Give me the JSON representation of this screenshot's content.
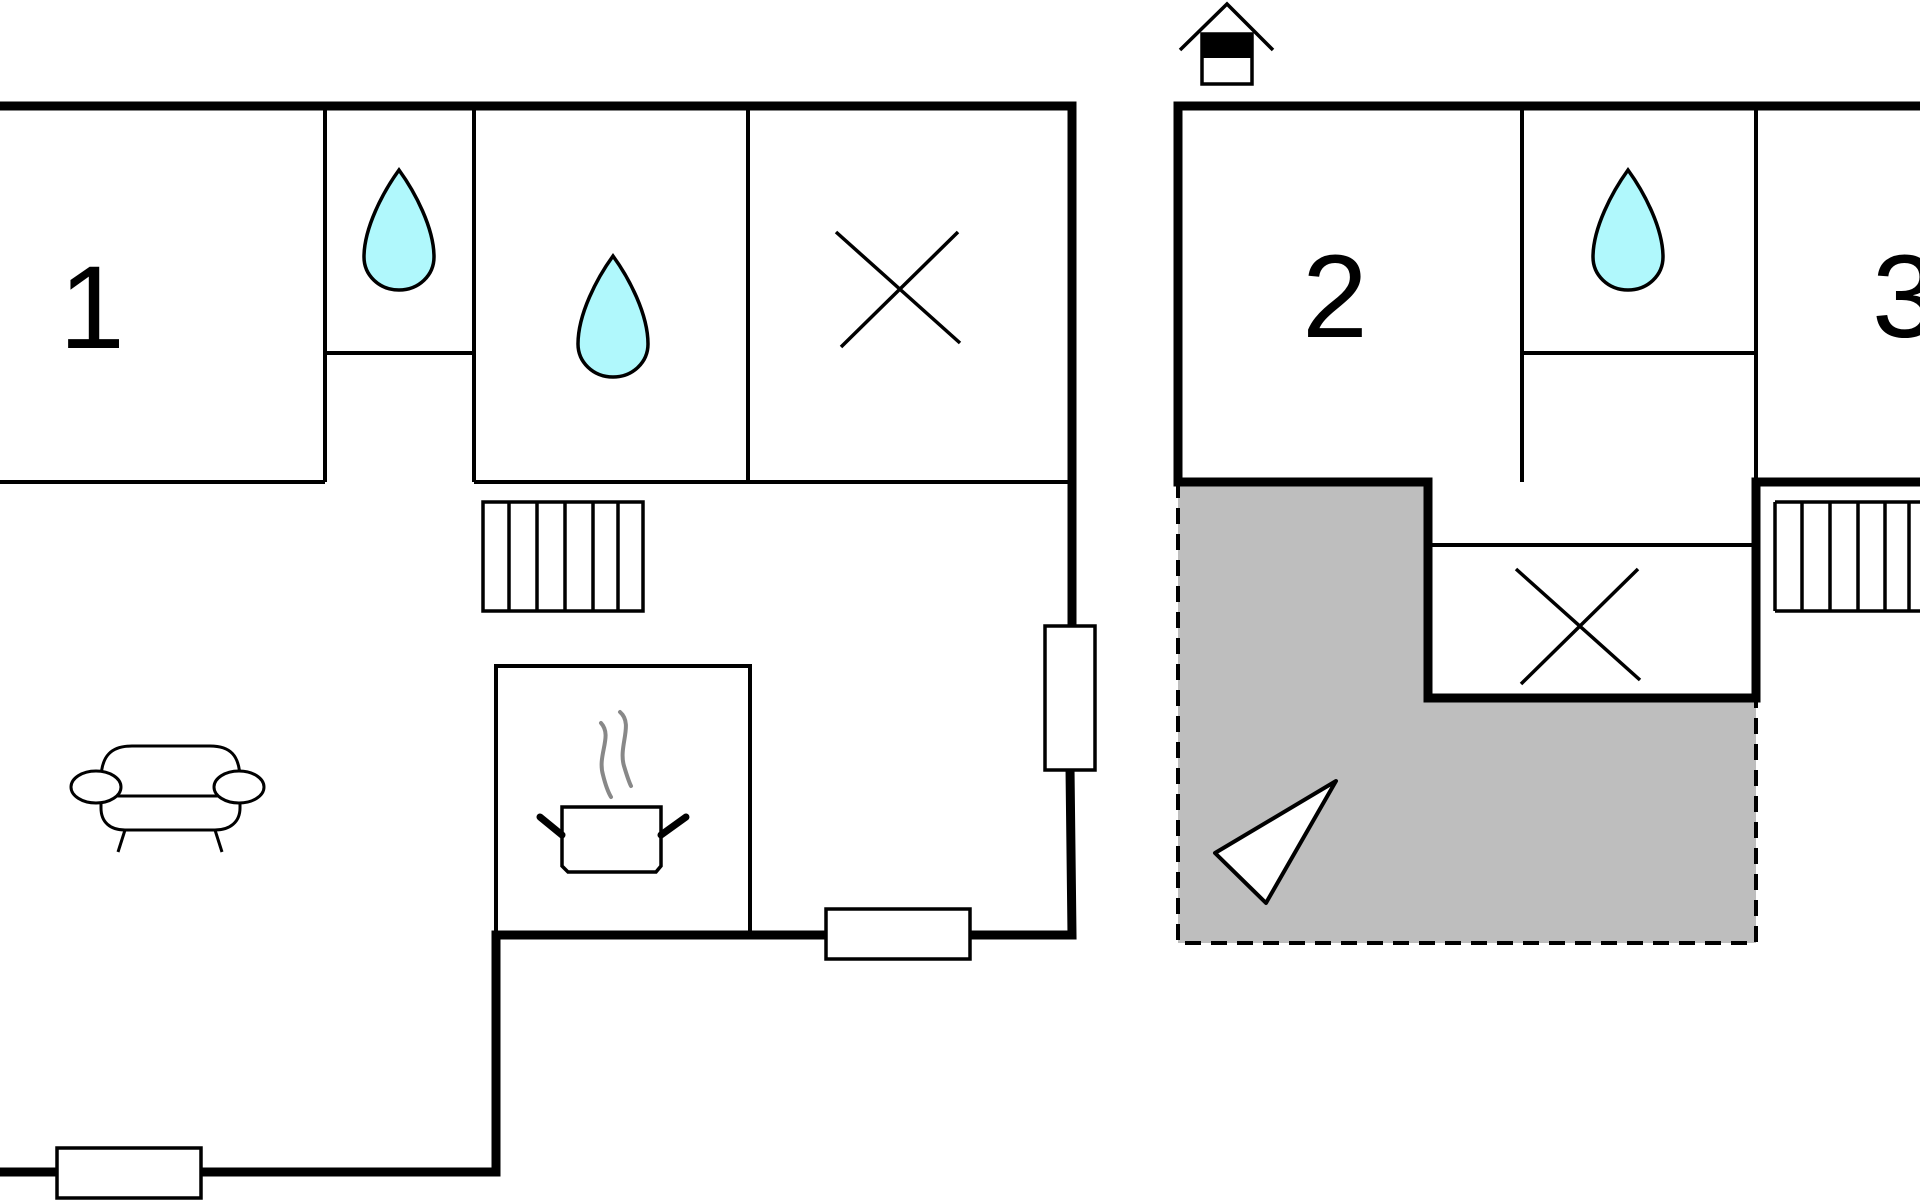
{
  "floor_plan": {
    "rooms": [
      {
        "label": "1"
      },
      {
        "label": "2"
      },
      {
        "label": "3"
      }
    ],
    "icons": {
      "bathroom": "water-drop-icon",
      "storage": "cross-icon",
      "kitchen": "cooking-pot-icon",
      "living_room": "sofa-icon",
      "stairs": "stairs-icon",
      "entrance": "house-entrance-icon",
      "terrace": "terrace-triangle-icon",
      "window": "window-icon"
    },
    "colors": {
      "walls": "#000000",
      "water_drop": "#b0f8fc",
      "terrace": "#bebebe",
      "steam": "#888888",
      "background": "#ffffff"
    }
  }
}
